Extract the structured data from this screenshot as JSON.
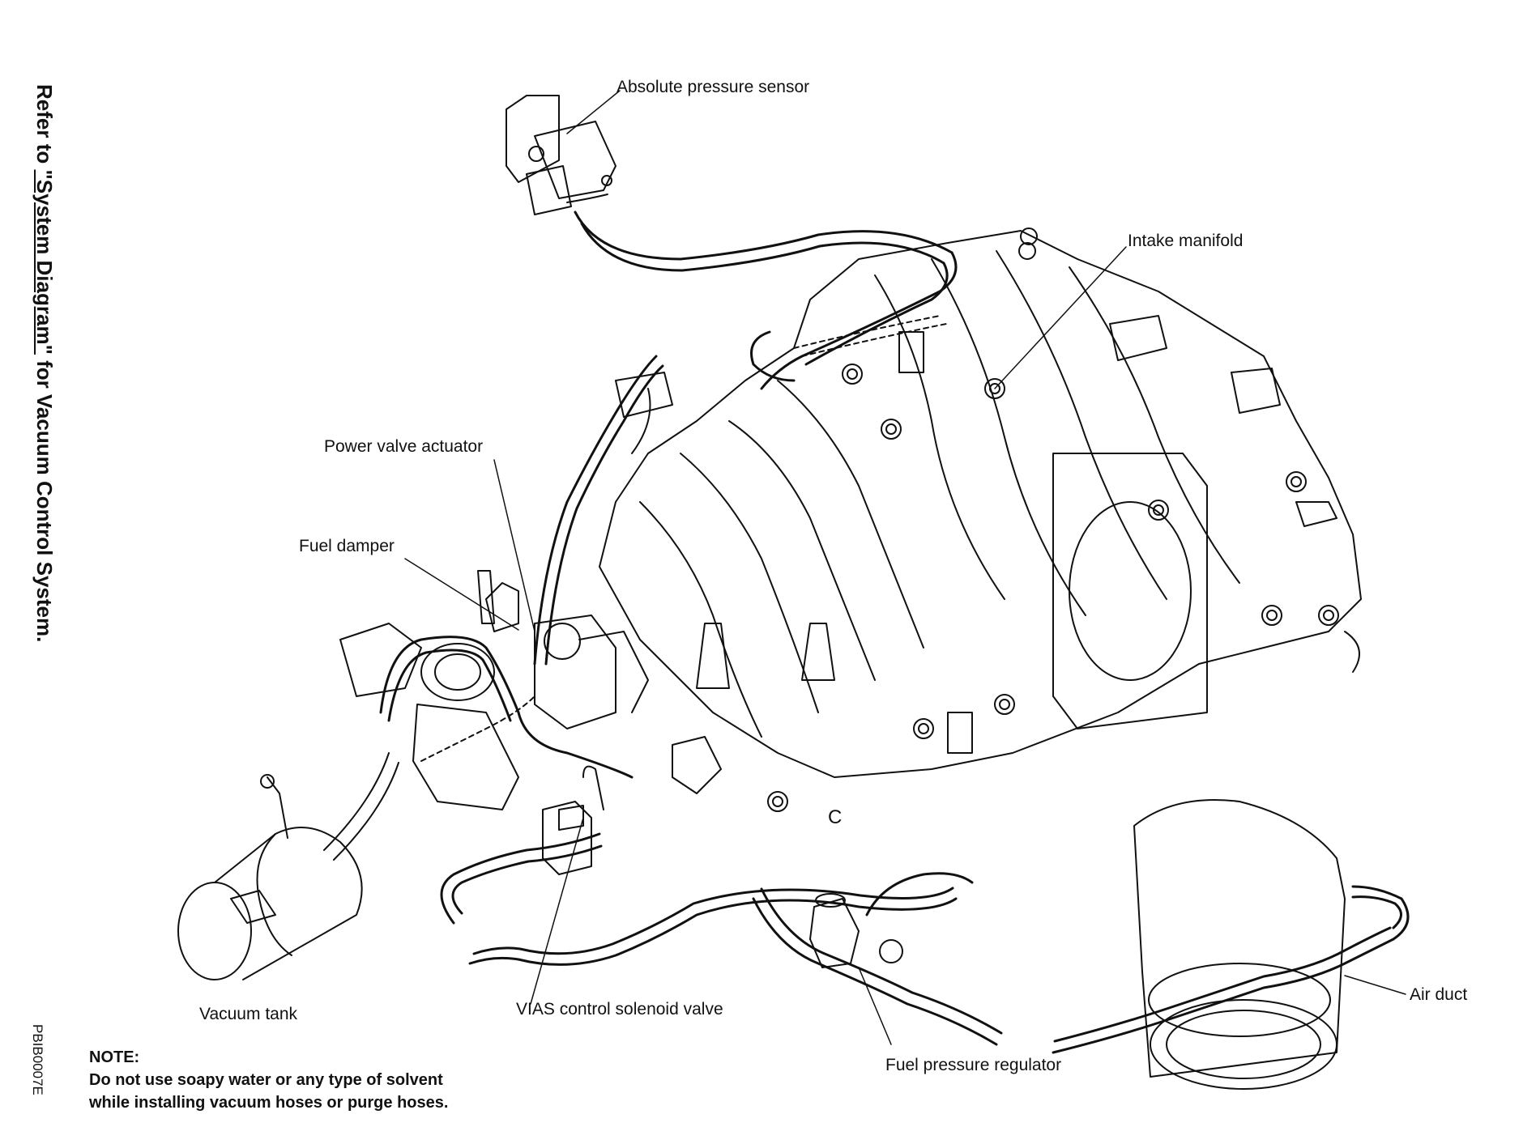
{
  "side_reference": {
    "prefix": "Refer to",
    "link": "\"System Diagram\"",
    "suffix": "for Vacuum Control System."
  },
  "figure_code": "PBIB0007E",
  "labels": {
    "absolute_pressure_sensor": "Absolute pressure sensor",
    "intake_manifold": "Intake manifold",
    "power_valve_actuator": "Power valve actuator",
    "fuel_damper": "Fuel damper",
    "vacuum_tank": "Vacuum tank",
    "vias_control_solenoid_valve": "VIAS control solenoid valve",
    "fuel_pressure_regulator": "Fuel pressure regulator",
    "air_duct": "Air duct",
    "marker_c": "C"
  },
  "note": {
    "heading": "NOTE:",
    "line1": "Do not use soapy water or any type of solvent",
    "line2": "while installing vacuum hoses or purge hoses."
  }
}
